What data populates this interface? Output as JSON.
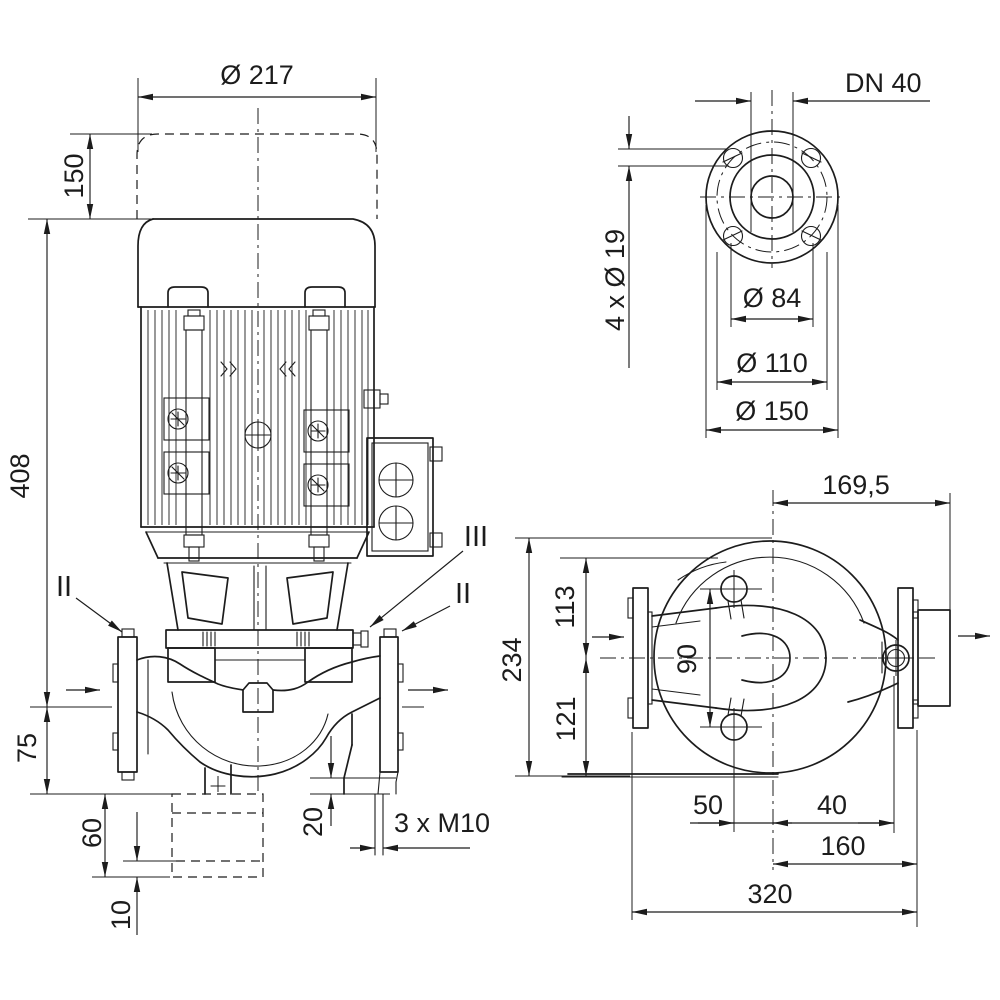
{
  "drawing": {
    "front_view": {
      "dim_fan_diameter": "Ø 217",
      "dim_cap_height": "150",
      "dim_total_height": "408",
      "dim_axis_to_base": "75",
      "dim_base_depth": "60",
      "dim_base_plate": "10",
      "dim_foot": "20",
      "dim_tappings": "3 x M10",
      "label_port_left": "II",
      "label_vent": "III",
      "label_port_right": "II"
    },
    "flange_view": {
      "label_nominal": "DN 40",
      "dim_bolt_holes": "4 x Ø 19",
      "dim_raised_face": "Ø 84",
      "dim_bolt_circle": "Ø 110",
      "dim_outer": "Ø 150"
    },
    "top_view": {
      "dim_center_to_edge": "169,5",
      "dim_total_width": "234",
      "dim_upper": "113",
      "dim_lower": "121",
      "dim_ports": "90",
      "dim_port_offset": "50",
      "dim_drain_offset": "40",
      "dim_center_to_flange": "160",
      "dim_overall_length": "320"
    },
    "colors": {
      "line": "#1c1c1c",
      "background": "#ffffff"
    }
  }
}
